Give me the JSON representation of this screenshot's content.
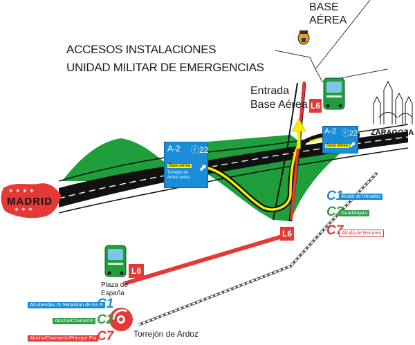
{
  "title": {
    "line1": "ACCESOS INSTALACIONES",
    "line2": "UNIDAD MILITAR DE EMERGENCIAS"
  },
  "base_aerea": {
    "line1": "BASE",
    "line2": "AÉREA"
  },
  "entrada": {
    "line1": "Entrada",
    "line2": "Base Aérea"
  },
  "cities": {
    "madrid": "MADRID",
    "zaragoza": "ZARAGOZA"
  },
  "plaza_espana": {
    "line1": "Plaza de",
    "line2": "España"
  },
  "torrejon": "Torrejón de Ardoz",
  "bus_line": "L6",
  "sign_west": {
    "road": "A-2",
    "exit": "22",
    "destination": "Base Aérea",
    "subtext": "Torrejón de Ardoz (este)"
  },
  "sign_east": {
    "road": "A-2",
    "exit": "22",
    "destination": "Base Aérea"
  },
  "rail_east": [
    {
      "line": "C1",
      "label": "Alcalá de Henares",
      "color": "#1b8cd8"
    },
    {
      "line": "C2",
      "label": "Guadalajara",
      "color": "#2e9e48"
    },
    {
      "line": "C7",
      "label": "Alcalá de Henares",
      "color": "#e53935"
    }
  ],
  "rail_west": [
    {
      "line": "C1",
      "label": "Alcobendas /S Sebastián de los R",
      "color": "#1b8cd8"
    },
    {
      "line": "C2",
      "label": "Atocha/Chamartín",
      "color": "#2e9e48"
    },
    {
      "line": "C7",
      "label": "Alocha/Chamartín/Príncipe Pío",
      "color": "#e53935"
    }
  ],
  "colors": {
    "green": "#1f9e3c",
    "road": "#111111",
    "highlight": "#f5f200",
    "bus": "#e53935",
    "sign": "#1b8cd8"
  },
  "icons": [
    "bus-icon",
    "emblem-icon",
    "cathedral-icon",
    "renfe-logo-icon",
    "madrid-flag-icon",
    "up-arrow-icon"
  ]
}
